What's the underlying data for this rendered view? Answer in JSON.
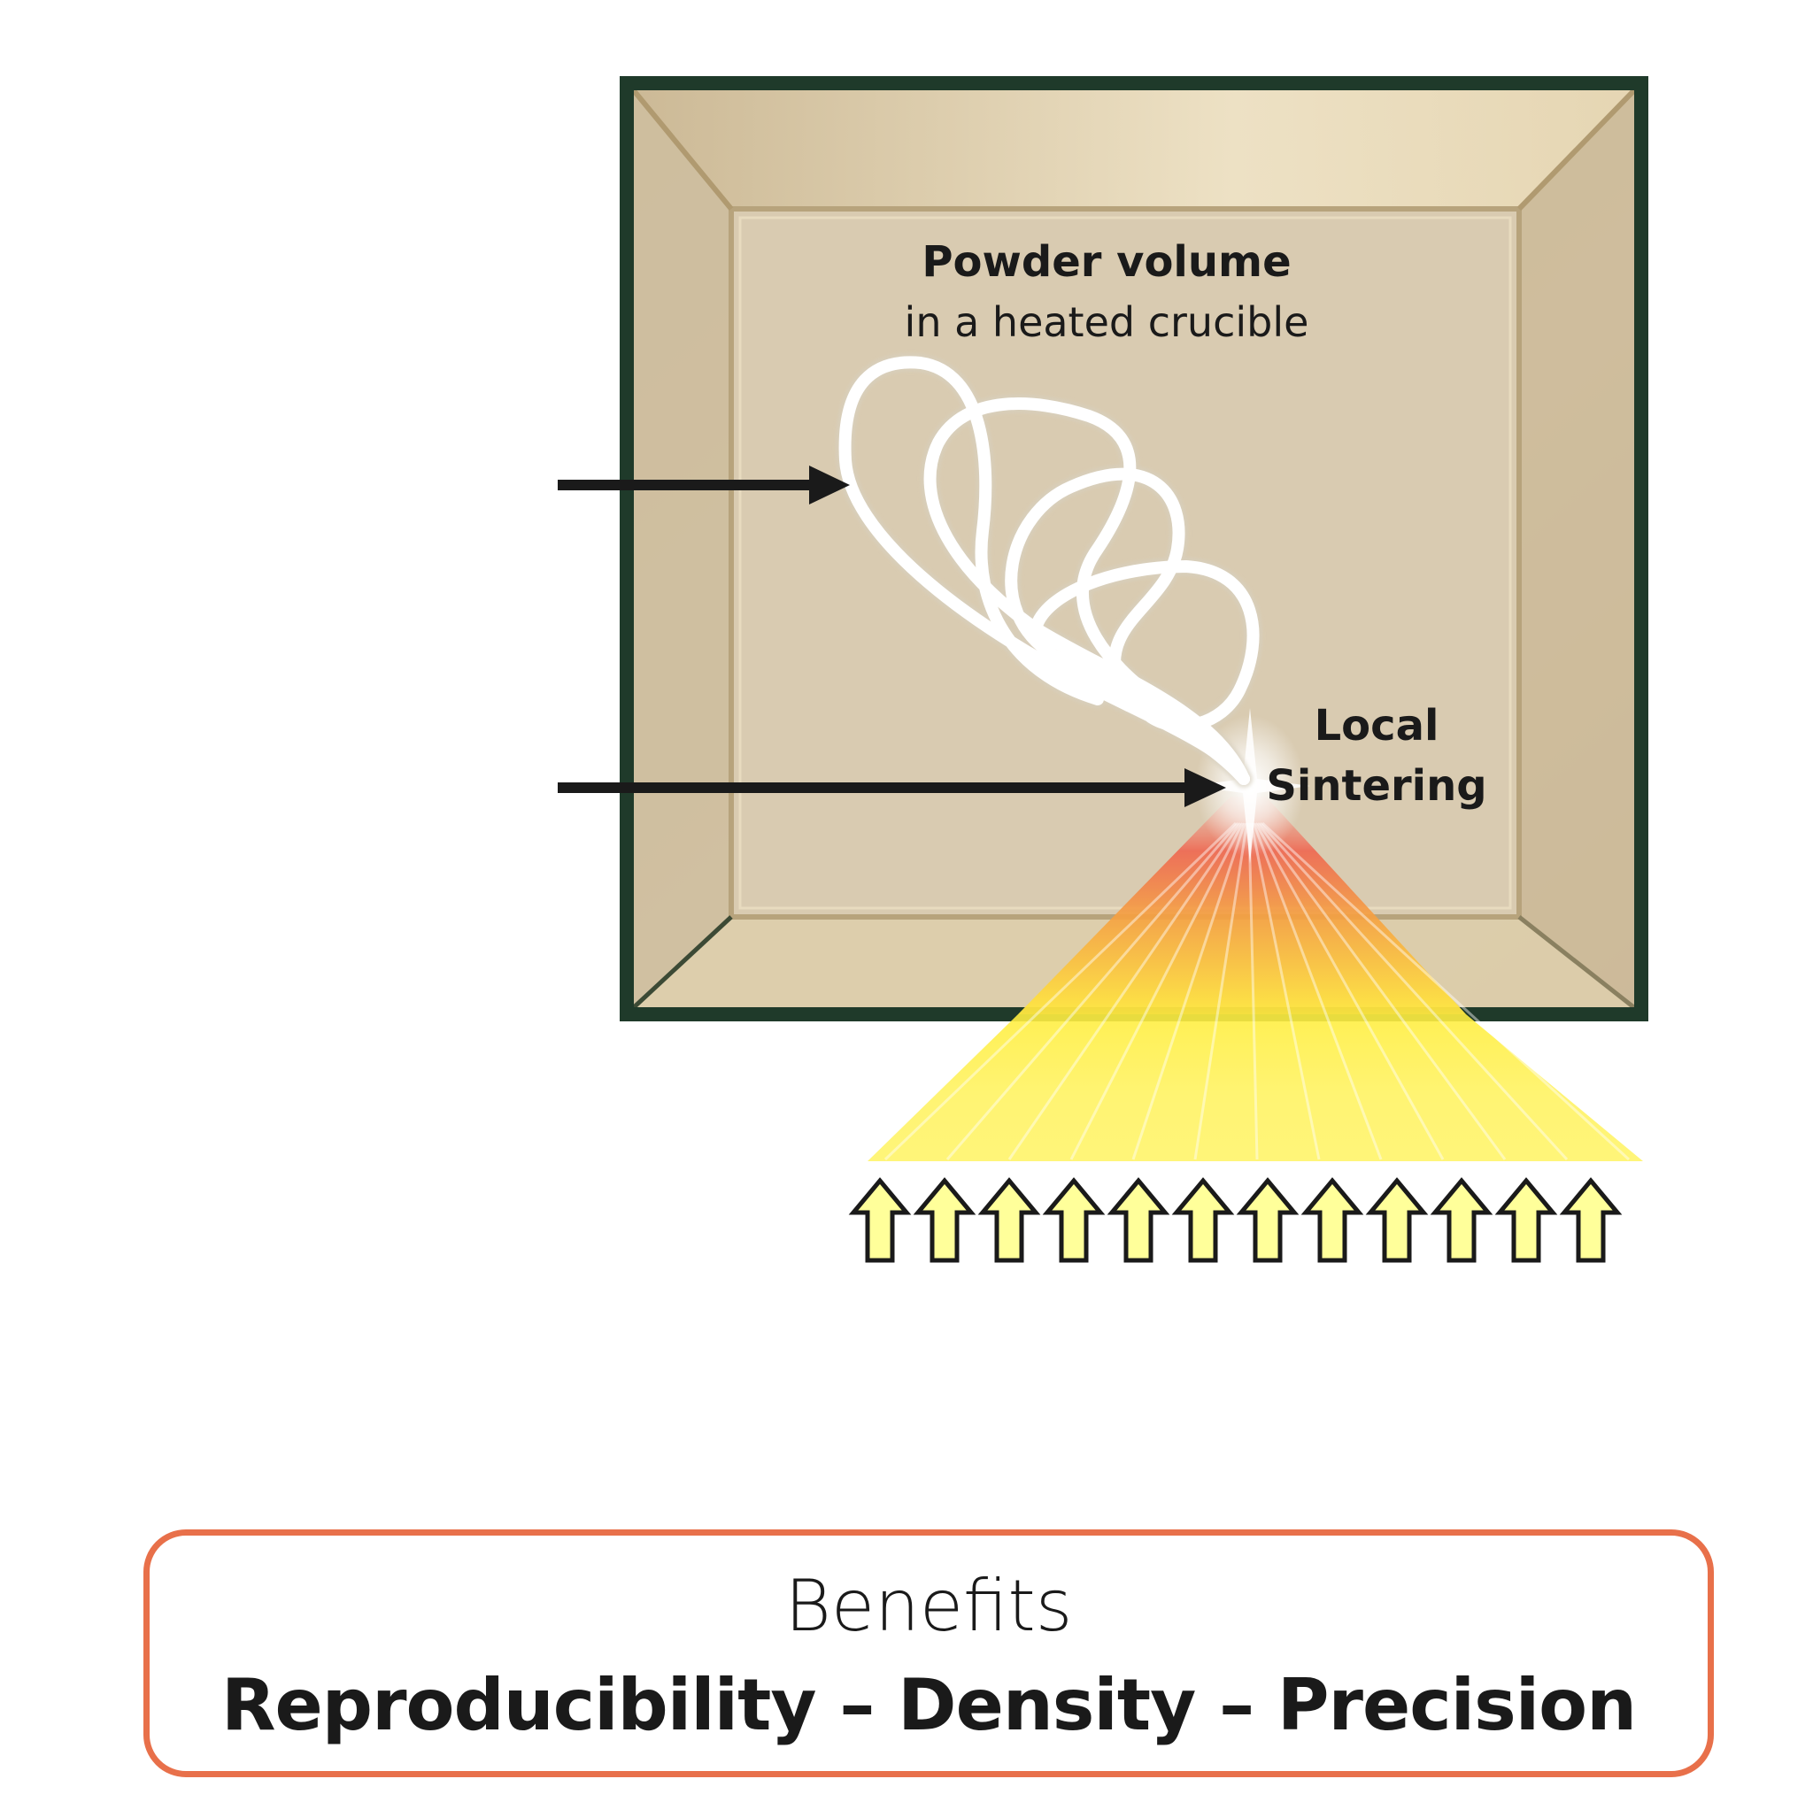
{
  "labels": {
    "powder_title": "Powder volume",
    "powder_sub": "in a heated crucible",
    "sinter_line1": "Local",
    "sinter_line2": "Sintering"
  },
  "benefits": {
    "title": "Benefits",
    "items": "Reproducibility – Density – Precision"
  },
  "colors": {
    "frame": "#1f3a2a",
    "crucible_fill": "#d9cbb2",
    "beam_yellow": "#fff23a",
    "beam_red": "#f0604a",
    "arrow_up_fill": "#ffff9a",
    "benefits_border": "#e8704a"
  },
  "icons": [
    "right-arrow-icon",
    "up-arrow-icon",
    "laser-spot-icon"
  ]
}
